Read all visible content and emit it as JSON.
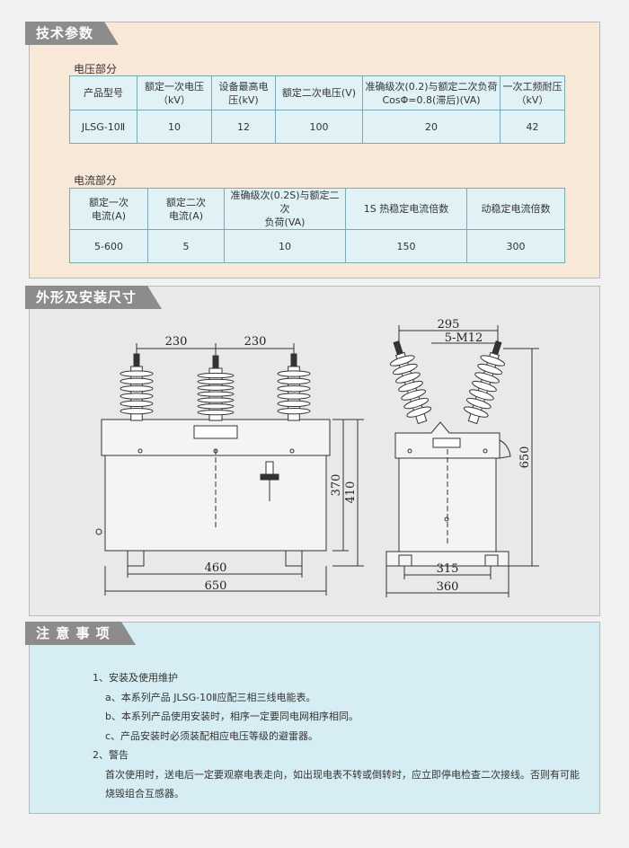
{
  "sections": {
    "specs_title": "技术参数",
    "dims_title": "外形及安装尺寸",
    "notes_title": "注 意 事 项"
  },
  "voltage": {
    "title": "电压部分",
    "headers": [
      "产品型号",
      "额定一次电压\n（kV）",
      "设备最高电\n压(kV)",
      "额定二次电压(V)",
      "准确级次(0.2)与额定二次负荷\nCosΦ=0.8(滞后)(VA)",
      "一次工频耐压\n（kV）"
    ],
    "row": [
      "JLSG-10Ⅱ",
      "10",
      "12",
      "100",
      "20",
      "42"
    ]
  },
  "current": {
    "title": "电流部分",
    "headers": [
      "额定一次\n电流(A)",
      "额定二次\n电流(A)",
      "准确级次(0.2S)与额定二次\n负荷(VA)",
      "1S 热稳定电流倍数",
      "动稳定电流倍数"
    ],
    "row": [
      "5-600",
      "5",
      "10",
      "150",
      "300"
    ]
  },
  "dimensions": {
    "front": {
      "top_left": "230",
      "top_right": "230",
      "h_inner": "370",
      "h_outer": "410",
      "w_inner": "460",
      "w_outer": "650"
    },
    "side": {
      "top_width": "295",
      "bolt": "5-M12",
      "height": "650",
      "w_inner": "315",
      "w_outer": "360"
    }
  },
  "notes": {
    "h1": "1、安装及使用维护",
    "a": "a、本系列产品 JLSG-10Ⅱ应配三相三线电能表。",
    "b": "b、本系列产品使用安装时，相序一定要同电网相序相同。",
    "c": "c、产品安装时必须装配相应电压等级的避雷器。",
    "h2": "2、警告",
    "w1": "首次使用时，送电后一定要观察电表走向，如出现电表不转或倒转时，应立即停电检查二次接线。否则有可能",
    "w2": "烧毁组合互感器。"
  }
}
